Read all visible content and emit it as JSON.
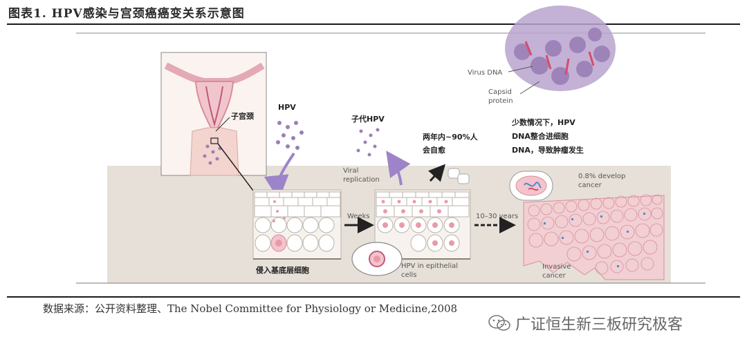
{
  "title": "图表1.   HPV感染与宫颈癌癌变关系示意图",
  "source": "数据来源：公开资料整理、The Nobel Committee for Physiology or Medicine,2008",
  "watermark": "广证恒生新三板研究极客",
  "labels": {
    "virus_dna": "Virus DNA",
    "capsid": "Capsid",
    "protein": "protein",
    "cervix": "子宫颈",
    "hpv": "HPV",
    "progeny_hpv": "子代HPV",
    "self_heal_1": "两年内~90%人",
    "self_heal_2": "会自愈",
    "integrate_1": "少数情况下，HPV",
    "integrate_2": "DNA整合进细胞",
    "integrate_3": "DNA，导致肿瘤发生",
    "viral_1": "Viral",
    "viral_2": "replication",
    "weeks": "Weeks",
    "years": "10–30 years",
    "develop_1": "0.8% develop",
    "develop_2": "cancer",
    "invade_basal": "侵入基底层细胞",
    "hpv_epi_1": "HPV in epithelial",
    "hpv_epi_2": "cells",
    "invasive_1": "Invasive",
    "invasive_2": "cancer"
  },
  "colors": {
    "band": "#e6e0d8",
    "cell_fill": "#ffffff",
    "cell_stroke": "#b9b2aa",
    "virus": "#9b7fb6",
    "infected": "#e99aa8",
    "tumor": "#f1cfd3",
    "arrow_purple": "#9d84c9"
  }
}
